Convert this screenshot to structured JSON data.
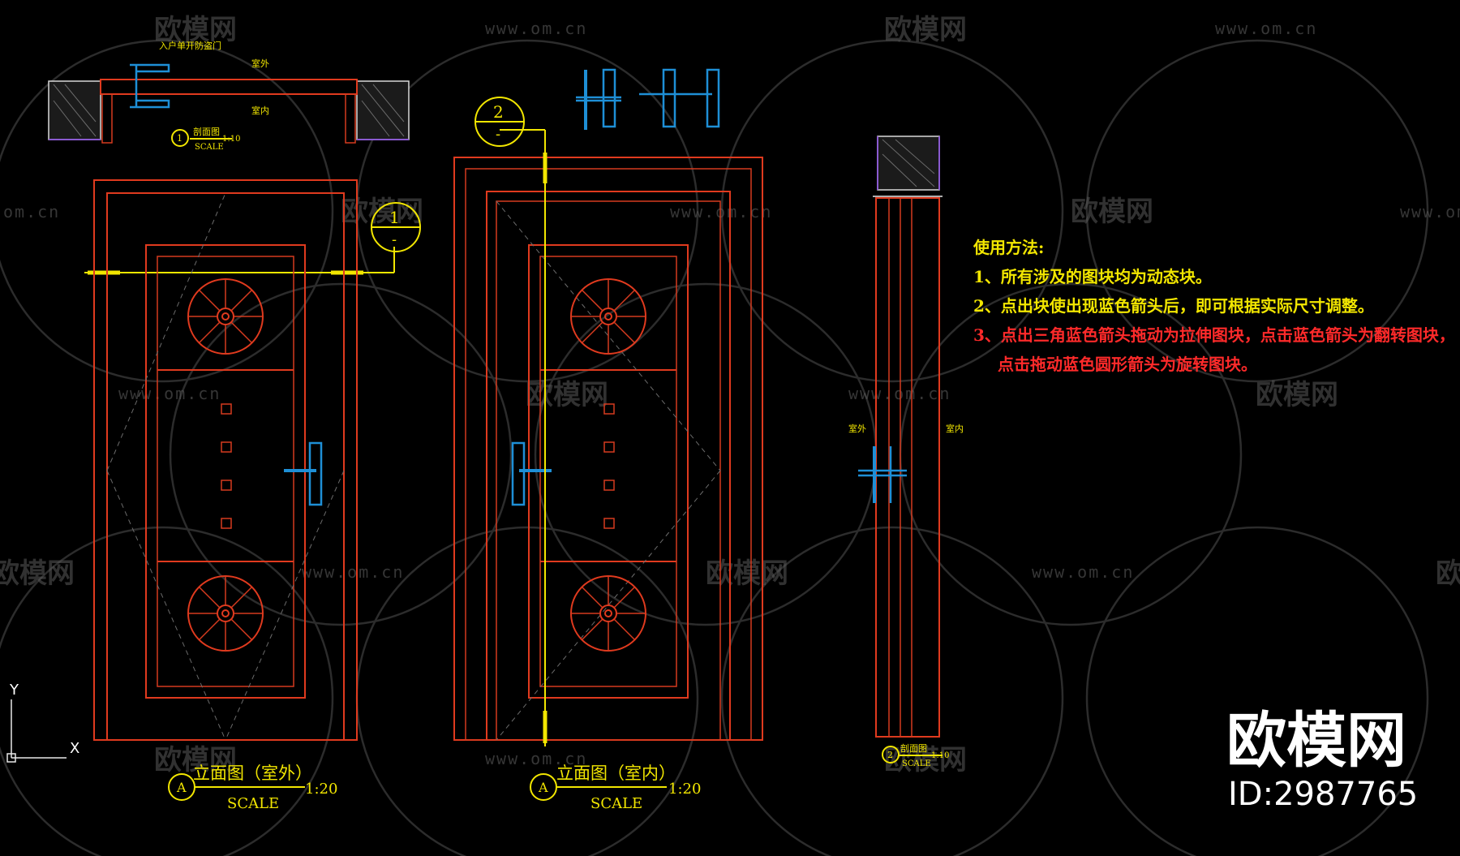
{
  "watermark": {
    "brand": "欧模网",
    "url": "www.om.cn",
    "url_partial": "om.cn"
  },
  "plan_view": {
    "title": "入户单开防盗门",
    "outside_label": "室外",
    "inside_label": "室内",
    "callout_number": "1",
    "callout_title": "剖面图",
    "scale_word": "SCALE",
    "scale_ratio": "1:10"
  },
  "section_markers": {
    "marker_1": {
      "number": "1",
      "sub": "-"
    },
    "marker_2": {
      "number": "2",
      "sub": "-"
    }
  },
  "elevation_outside": {
    "symbol": "A",
    "title": "立面图（室外）",
    "scale_word": "SCALE",
    "scale_ratio": "1:20"
  },
  "elevation_inside": {
    "symbol": "A",
    "title": "立面图（室内）",
    "scale_word": "SCALE",
    "scale_ratio": "1:20"
  },
  "side_section": {
    "outside_label": "室外",
    "inside_label": "室内",
    "callout_number": "2",
    "callout_title": "剖面图",
    "scale_word": "SCALE",
    "scale_ratio": "1:10"
  },
  "instructions": {
    "heading": "使用方法:",
    "item_1": "1、所有涉及的图块均为动态块。",
    "item_2": "2、点出块使出现蓝色箭头后，即可根据实际尺寸调整。",
    "item_3_line1": "3、点出三角蓝色箭头拖动为拉伸图块，点击蓝色箭头为翻转图块，",
    "item_3_line2": "点击拖动蓝色圆形箭头为旋转图块。"
  },
  "ucs": {
    "y_label": "Y",
    "x_label": "X"
  },
  "branding": {
    "logo": "欧模网",
    "id": "ID:2987765"
  },
  "colors": {
    "background": "#000000",
    "door_lines": "#e03a1e",
    "annotation": "#f2e600",
    "hardware": "#1e8fd6",
    "warning_text": "#ff2a2a"
  }
}
